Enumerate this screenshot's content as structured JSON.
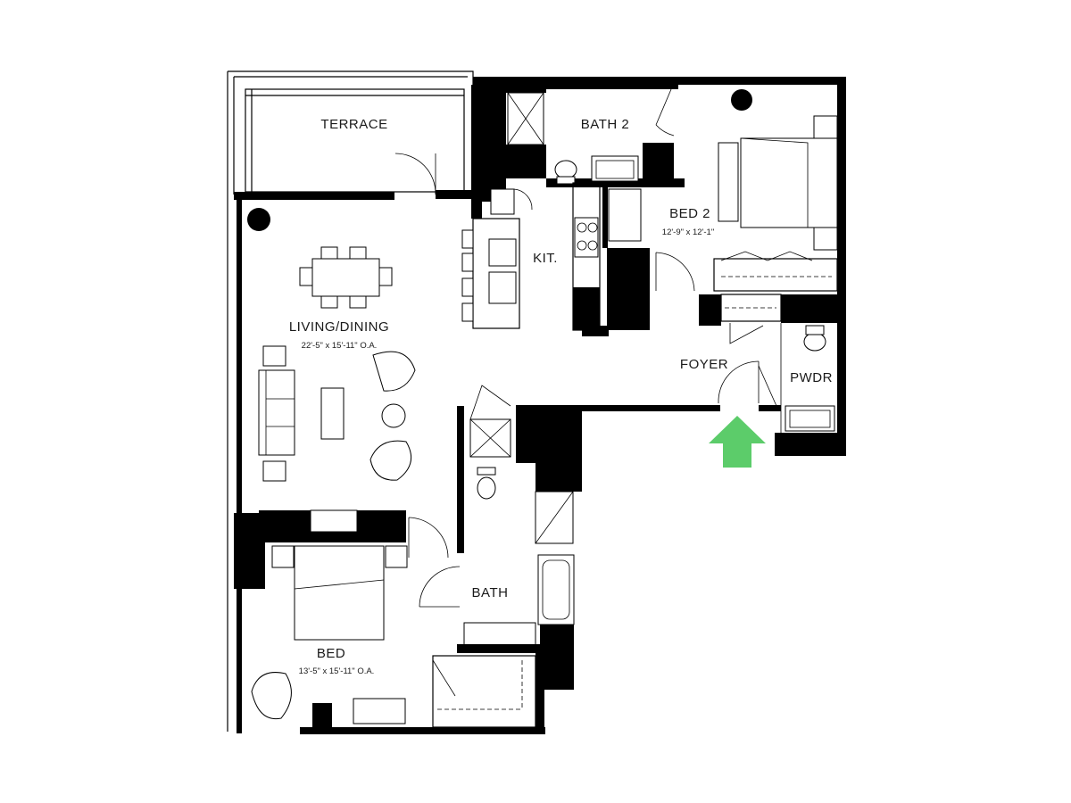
{
  "rooms": {
    "terrace": "TERRACE",
    "bath2": "BATH 2",
    "bed2": "BED 2",
    "bed2_dim": "12'-9\" x 12'-1\"",
    "kitchen": "KIT.",
    "living": "LIVING/DINING",
    "living_dim": "22'-5\" x 15'-11\" O.A.",
    "foyer": "FOYER",
    "powder": "PWDR",
    "bath": "BATH",
    "bed": "BED",
    "bed_dim": "13'-5\" x 15'-11\" O.A."
  },
  "colors": {
    "wall": "#000000",
    "entry_arrow": "#5ccc6a",
    "background": "#ffffff"
  },
  "icons": {
    "entry": "arrow-up-icon"
  }
}
